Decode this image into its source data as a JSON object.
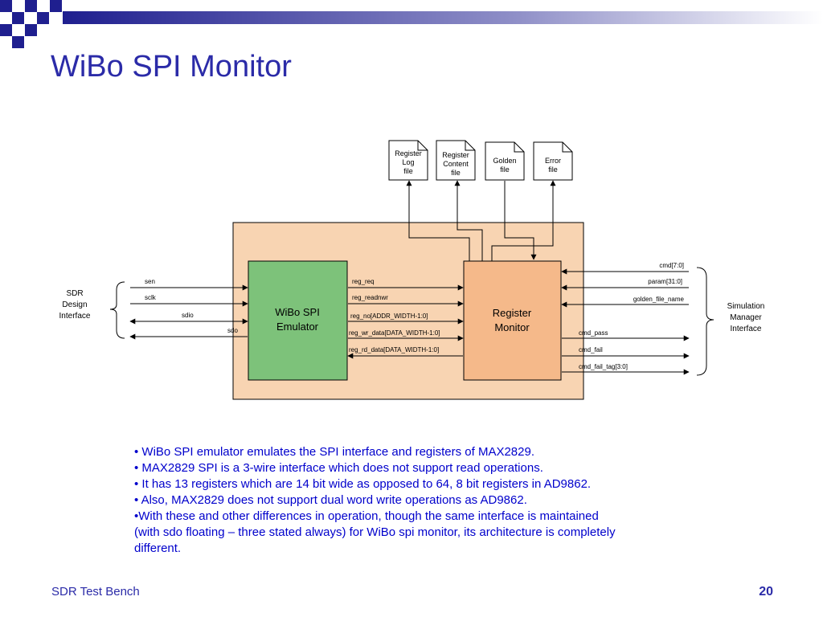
{
  "slide": {
    "title": "WiBo SPI Monitor",
    "footer_left": "SDR Test Bench",
    "page_number": "20"
  },
  "colors": {
    "title": "#2b2ba8",
    "bullet_text": "#0000cc",
    "outer_box": "#f8d4b2",
    "emulator_block": "#7dc27a",
    "monitor_block": "#f5b98a"
  },
  "diagram": {
    "files": [
      {
        "line1": "Register",
        "line2": "Log",
        "line3": "file"
      },
      {
        "line1": "Register",
        "line2": "Content",
        "line3": "file"
      },
      {
        "line1": "Golden",
        "line2": "file",
        "line3": ""
      },
      {
        "line1": "Error",
        "line2": "file",
        "line3": ""
      }
    ],
    "emulator": {
      "line1": "WiBo SPI",
      "line2": "Emulator"
    },
    "monitor": {
      "line1": "Register",
      "line2": "Monitor"
    },
    "left_interface": {
      "line1": "SDR",
      "line2": "Design",
      "line3": "Interface"
    },
    "right_interface": {
      "line1": "Simulation",
      "line2": "Manager",
      "line3": "Interface"
    },
    "spi_signals": [
      "sen",
      "sclk",
      "sdio",
      "sdo"
    ],
    "internal_signals": [
      "reg_req",
      "reg_readnwr",
      "reg_no[ADDR_WIDTH-1:0]",
      "reg_wr_data[DATA_WIDTH-1:0]",
      "reg_rd_data[DATA_WIDTH-1:0]"
    ],
    "sim_inputs": [
      "cmd[7:0]",
      "param[31:0]",
      "golden_file_name"
    ],
    "sim_outputs": [
      "cmd_pass",
      "cmd_fail",
      "cmd_fail_tag[3:0]"
    ]
  },
  "bullets": [
    "• WiBo SPI emulator emulates the SPI interface and registers of MAX2829.",
    "• MAX2829 SPI is a 3-wire interface which does not support read operations.",
    "• It has 13 registers which are 14 bit wide as opposed to 64, 8 bit registers in AD9862.",
    "• Also, MAX2829 does not support dual word write operations as AD9862.",
    "•With these and other differences in operation, though the same interface is maintained (with sdo floating – three stated always) for WiBo spi monitor, its architecture is completely different."
  ]
}
